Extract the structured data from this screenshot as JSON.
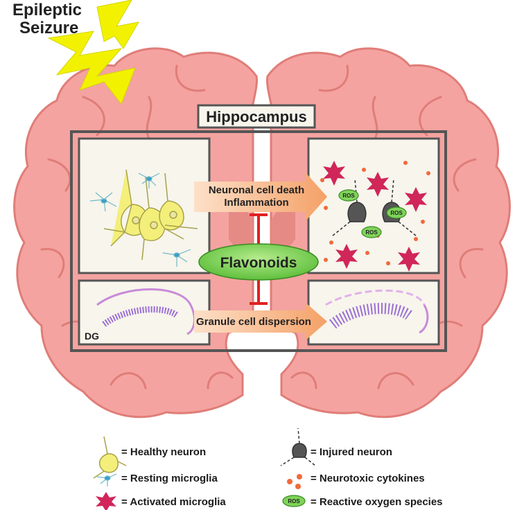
{
  "title": {
    "line1": "Epileptic",
    "line2": "Seizure"
  },
  "region_label": "Hippocampus",
  "arrows": {
    "top_line1": "Neuronal cell death",
    "top_line2": "Inflammation",
    "bottom": "Granule cell dispersion"
  },
  "inhibitor": "Flavonoids",
  "dg_label": "DG",
  "ros_label": "ROS",
  "legend": {
    "healthy_neuron": "= Healthy neuron",
    "resting_microglia": "= Resting microglia",
    "activated_microglia": "= Activated microglia",
    "injured_neuron": "= Injured neuron",
    "neurotoxic_cytokines": "= Neurotoxic cytokines",
    "reactive_oxygen_species": "= Reactive oxygen species"
  },
  "colors": {
    "brain_fill": "#f4a3a0",
    "brain_outline": "#e07d78",
    "lightning": "#f2f200",
    "flavonoid_green": "#7fd35a",
    "inhibit_red": "#e02020",
    "neuron_yellow": "#f3ef7a",
    "microglia_red": "#d0265a",
    "cytokine_orange": "#f06a3c",
    "dg_purple": "#9b6fd6"
  }
}
